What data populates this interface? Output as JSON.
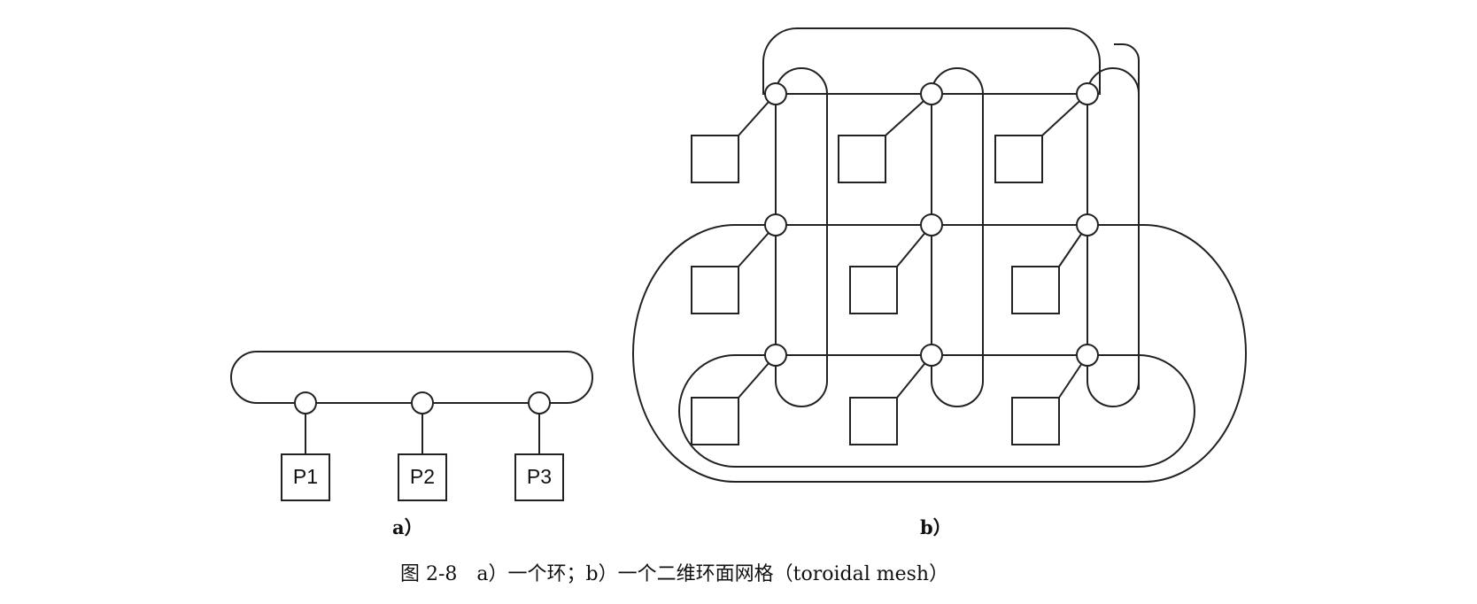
{
  "figure": {
    "caption": "图 2-8　a）一个环；b）一个二维环面网格（toroidal mesh）",
    "panel_a": {
      "label": "a）",
      "processors": [
        "P1",
        "P2",
        "P3"
      ]
    },
    "panel_b": {
      "label": "b）"
    }
  },
  "colors": {
    "line": "#222222",
    "background": "#ffffff"
  }
}
